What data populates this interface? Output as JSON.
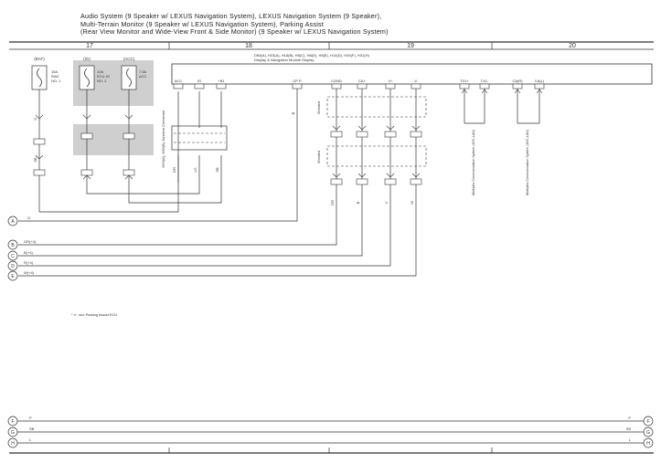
{
  "title_lines": [
    "Audio System (9 Speaker w/ LEXUS Navigation System),  LEXUS Navigation System (9 Speaker),",
    "Multi-Terrain Monitor (9 Speaker w/ LEXUS Navigation System),  Parking Assist",
    "(Rear View Monitor and Wide-View Front & Side Monitor) (9 Speaker w/ LEXUS Navigation System)"
  ],
  "sections": [
    "17",
    "18",
    "19",
    "20"
  ],
  "fuses": [
    {
      "source": "(BAT)",
      "rating": "15A",
      "name": "RAD",
      "num": "NO. 1"
    },
    {
      "source": "(IG)",
      "rating": "10A",
      "name": "ECU-IG",
      "num": "NO. 2"
    },
    {
      "source": "(ACC)",
      "rating": "7.5A",
      "name": "ACC",
      "num": ""
    }
  ],
  "module": {
    "codes": "D83(A), H23(A), H18(B), H8(C), H8(D), H8(E), H14(D), H26(F), H31(H)",
    "name": "Display & Navigation Module Display",
    "pins": [
      "ACC",
      "IG",
      "+B1",
      "CP P",
      "CGND",
      "CA+",
      "V+",
      "V-",
      "TX1+",
      "TX1-",
      "CA(R)",
      "CA(L)"
    ]
  },
  "junction_connector": "H33(A), H33(B) Junction Connector",
  "shielded_label": "Shielded",
  "mpx_labels": [
    "Multiplex Communication System (AVC-LAN)",
    "Multiplex Communication System (AVC-LAN)"
  ],
  "wires": [
    "GR",
    "G",
    "LG",
    "V",
    "W",
    "B",
    "SB"
  ],
  "offpage": {
    "A": "G",
    "B": "GR(+4)",
    "C": "B(+4)",
    "D": "R(+4)",
    "E": "W(+4)",
    "F": "P",
    "G": "SB",
    "H": "L"
  },
  "footnote": "* 4 : w/o Parking Assist ECU",
  "colors": {
    "line": "#333333",
    "shade": "#cfcfcf",
    "text": "#222222"
  }
}
